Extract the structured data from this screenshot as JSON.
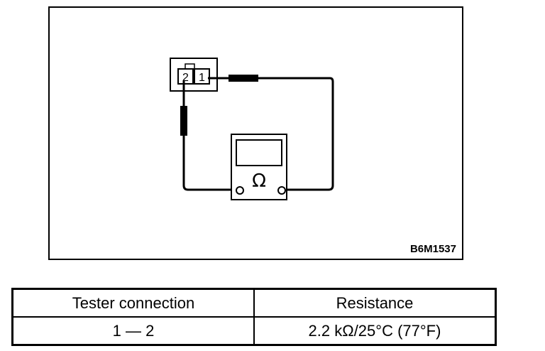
{
  "figure": {
    "code": "B6M1537",
    "connector": {
      "terminals": [
        "2",
        "1"
      ]
    },
    "meter": {
      "symbol": "Ω"
    }
  },
  "table": {
    "headers": [
      "Tester connection",
      "Resistance"
    ],
    "rows": [
      [
        "1 — 2",
        "2.2 kΩ/25°C (77°F)"
      ]
    ]
  }
}
